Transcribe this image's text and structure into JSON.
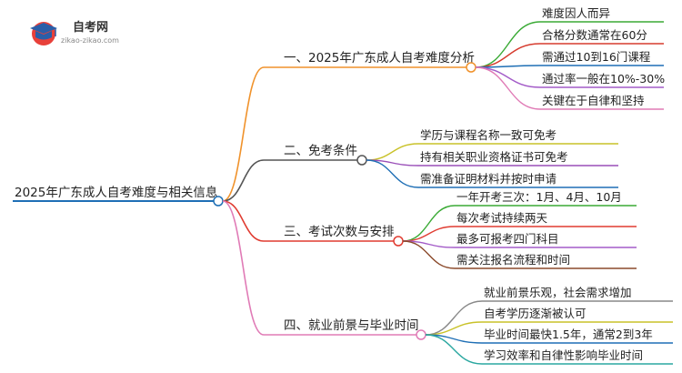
{
  "logo": {
    "title": "自考网",
    "url": "zikao-zikao.com"
  },
  "root": {
    "label": "2025年广东成人自考难度与相关信息"
  },
  "branches": [
    {
      "label": "一、2025年广东成人自考难度分析",
      "color": "#f0922b",
      "leaves": [
        {
          "label": "难度因人而异",
          "color": "#3aaa35"
        },
        {
          "label": "合格分数通常在60分",
          "color": "#d63b2e"
        },
        {
          "label": "需通过10到16门课程",
          "color": "#1f6fb5"
        },
        {
          "label": "通过率一般在10%-30%",
          "color": "#a35bc8"
        },
        {
          "label": "关键在于自律和坚持",
          "color": "#e07bb6"
        }
      ]
    },
    {
      "label": "二、免考条件",
      "color": "#555555",
      "leaves": [
        {
          "label": "学历与课程名称一致可免考",
          "color": "#c9c229"
        },
        {
          "label": "持有相关职业资格证书可免考",
          "color": "#9a4fb8"
        },
        {
          "label": "需准备证明材料并按时申请",
          "color": "#1f6fb5"
        }
      ]
    },
    {
      "label": "三、考试次数与安排",
      "color": "#e03c31",
      "leaves": [
        {
          "label": "一年开考三次：1月、4月、10月",
          "color": "#3aaa35"
        },
        {
          "label": "每次考试持续两天",
          "color": "#e03c31"
        },
        {
          "label": "最多可报考四门科目",
          "color": "#a35bc8"
        },
        {
          "label": "需关注报名流程和时间",
          "color": "#8b4a2b"
        }
      ]
    },
    {
      "label": "四、就业前景与毕业时间",
      "color": "#e07bb6",
      "leaves": [
        {
          "label": "就业前景乐观，社会需求增加",
          "color": "#888888"
        },
        {
          "label": "自考学历逐渐被认可",
          "color": "#c9c229"
        },
        {
          "label": "毕业时间最快1.5年，通常2到3年",
          "color": "#1f6fb5"
        },
        {
          "label": "学习效率和自律性影响毕业时间",
          "color": "#2aa7a0"
        }
      ]
    }
  ]
}
